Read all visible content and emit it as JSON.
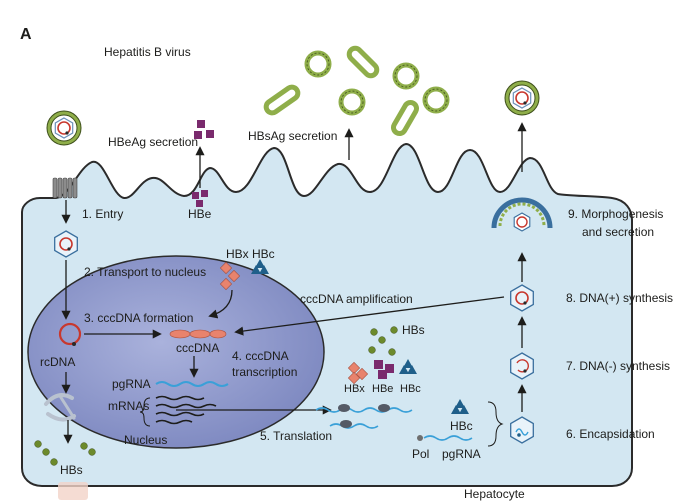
{
  "panel_letter": "A",
  "labels": {
    "virus": "Hepatitis B virus",
    "hbeag_secretion": "HBeAg secretion",
    "hbsag_secretion": "HBsAg secretion",
    "hbe_small": "HBe",
    "hepatocyte": "Hepatocyte",
    "nucleus": "Nucleus",
    "rcdna": "rcDNA",
    "cccdna": "cccDNA",
    "pgrna": "pgRNA",
    "mrnas": "mRNAs",
    "hbs_bottom": "HBs",
    "hbx_top": "HBx",
    "hbc_top": "HBc",
    "hbs_mid": "HBs",
    "hbx_mid": "HBx",
    "hbe_mid": "HBe",
    "hbc_mid": "HBc",
    "hbc_low": "HBc",
    "pol": "Pol",
    "pgrna_low": "pgRNA",
    "cccdna_amplification": "cccDNA amplification"
  },
  "steps": {
    "s1": "1. Entry",
    "s2": "2. Transport to nucleus",
    "s3": "3. cccDNA formation",
    "s4a": "4. cccDNA",
    "s4b": "transcription",
    "s5": "5. Translation",
    "s6": "6. Encapsidation",
    "s7": "7. DNA(-) synthesis",
    "s8": "8. DNA(+) synthesis",
    "s9a": "9. Morphogenesis",
    "s9b": "and secretion"
  },
  "colors": {
    "cell_fill": "#d3e7f2",
    "cell_stroke": "#2b2b2b",
    "nucleus_fill": "#8d97cb",
    "virus_green": "#7f9a3c",
    "dna_red": "#c8382e",
    "salmon": "#e8836d",
    "hbe_purple": "#7a2a6d",
    "hbc_teal": "#1f5f8a",
    "hbs_green": "#6c8a2c",
    "rna_blue": "#3aa0d8"
  }
}
